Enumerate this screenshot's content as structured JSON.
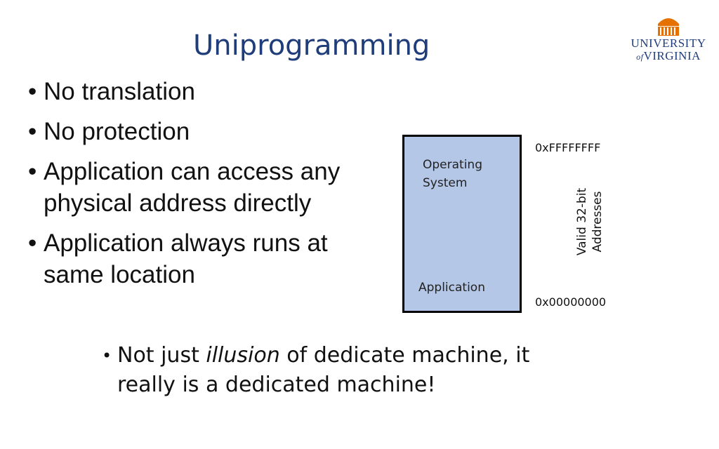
{
  "slide": {
    "title": "Uniprogramming",
    "logo": {
      "line1": "UNIVERSITY",
      "of": "of",
      "line2": "VIRGINIA"
    },
    "bullets": [
      "No translation",
      "No protection",
      "Application can access any physical address directly",
      "Application always runs at same location"
    ],
    "diagram": {
      "os_label_line1": "Operating",
      "os_label_line2": "System",
      "app_label": "Application",
      "addr_top": "0xFFFFFFFF",
      "addr_bottom": "0x00000000",
      "range_line1": "Valid 32-bit",
      "range_line2": "Addresses"
    },
    "note": {
      "before": "Not just ",
      "emphasis": "illusion",
      "after": " of dedicate machine, it really is a dedicated machine!"
    }
  },
  "colors": {
    "title": "#1f3d7a",
    "memory_box": "#b4c7e7",
    "logo_orange": "#e57200"
  }
}
